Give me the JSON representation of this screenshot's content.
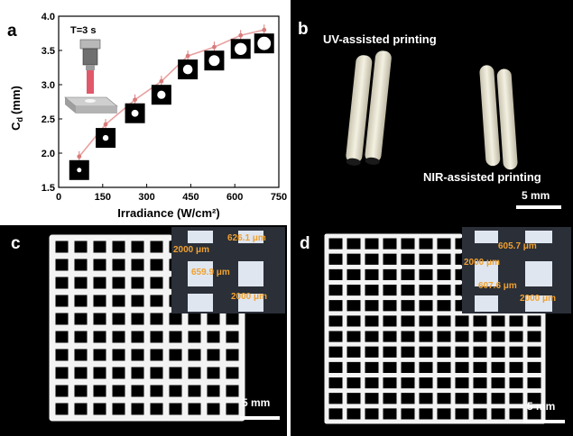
{
  "panels": {
    "a": {
      "letter": "a",
      "chart_data": {
        "type": "line",
        "x": [
          70,
          160,
          260,
          350,
          440,
          530,
          620,
          700
        ],
        "y": [
          1.95,
          2.42,
          2.78,
          3.05,
          3.42,
          3.55,
          3.72,
          3.8
        ],
        "xlim": [
          0,
          750
        ],
        "ylim": [
          1.5,
          4.0
        ],
        "xticks": [
          "0",
          "150",
          "300",
          "450",
          "600",
          "750"
        ],
        "yticks": [
          "1.5",
          "2.0",
          "2.5",
          "3.0",
          "3.5",
          "4.0"
        ],
        "xlabel": "Irradiance (W/cm²)",
        "ylabel_main": "C",
        "ylabel_sub": "d",
        "ylabel_unit": "(mm)",
        "annotation": "T=3 s",
        "line_color": "#e8a1a1",
        "error_bar_color": "#d97b7b"
      }
    },
    "b": {
      "letter": "b",
      "label_uv": "UV-assisted printing",
      "label_nir": "NIR-assisted printing",
      "scale_bar": "5 mm"
    },
    "c": {
      "letter": "c",
      "inset_top": "626.1 μm",
      "inset_left": "2000 μm",
      "inset_mid": "659.9 μm",
      "inset_bottom": "2000 μm",
      "scale_bar": "5 mm",
      "accent": "#f0a030"
    },
    "d": {
      "letter": "d",
      "inset_top": "605.7 μm",
      "inset_left": "2000 μm",
      "inset_mid": "607.6 μm",
      "inset_bottom": "2000 μm",
      "scale_bar": "5 mm",
      "accent": "#f0a030"
    }
  }
}
